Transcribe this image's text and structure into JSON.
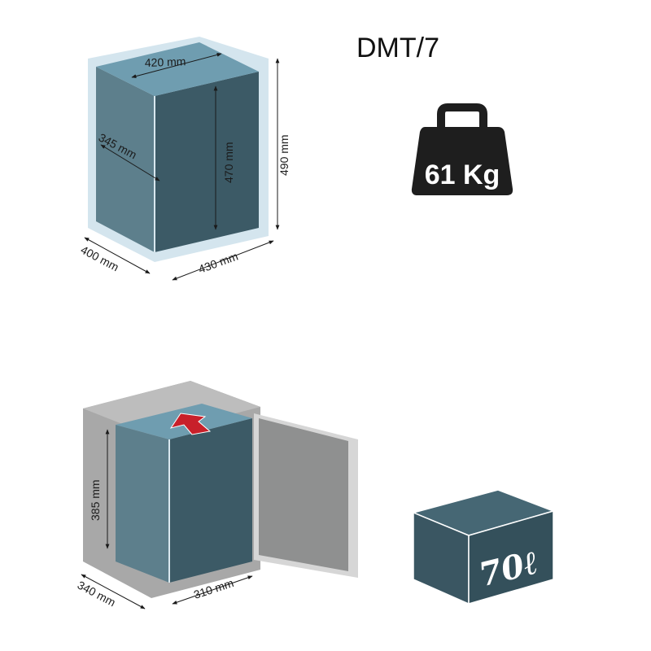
{
  "model": "DMT/7",
  "weight_label": "61 Kg",
  "volume_label": "70ℓ",
  "external_dimensions": {
    "width": "430 mm",
    "depth": "400 mm",
    "height": "490 mm"
  },
  "internal_dimensions": {
    "width": "420 mm",
    "depth": "345 mm",
    "height": "470 mm"
  },
  "interior_usable": {
    "height": "385 mm",
    "width": "310 mm",
    "depth": "340 mm"
  },
  "colors": {
    "slate": "#3c5a66",
    "slate_dark": "#2f4a55",
    "slate_top": "#5a8fa3",
    "glass": "#b7d3e1",
    "gray_body": "#9c9c9c",
    "gray_light": "#c8c8c8",
    "arrow": "#c8202a",
    "weight_icon": "#1e1e1e"
  }
}
